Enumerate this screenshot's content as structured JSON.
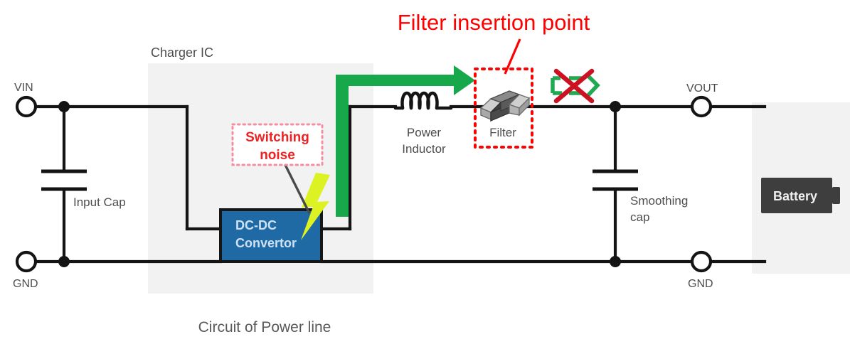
{
  "figure": {
    "caption": "Circuit of Power line",
    "annotation_title": "Filter insertion point"
  },
  "colors": {
    "wire": "#141414",
    "ic_panel": "#f2f2f2",
    "battery_panel": "#f2f2f2",
    "converter_fill": "#1f6aa5",
    "converter_border": "#161616",
    "converter_text": "#cfe2f3",
    "battery_fill": "#3e3e3e",
    "battery_text": "#efefef",
    "annotation_red": "#ff0000",
    "callout_red": "#ee2222",
    "callout_border": "#f58ea0",
    "flow_green": "#17a84c",
    "block_green": "#1faa52",
    "cross_red": "#cc1122",
    "bolt_yellow": "#ddf222",
    "label_gray": "#4d4d4d",
    "chip_body": "#4a4a4a",
    "chip_end": "#c9c9c9"
  },
  "labels": {
    "vin": "VIN",
    "gnd_left": "GND",
    "gnd_right": "GND",
    "vout": "VOUT",
    "charger_ic": "Charger IC",
    "input_cap": "Input Cap",
    "switching_noise_line1": "Switching",
    "switching_noise_line2": "noise",
    "converter_line1": "DC-DC",
    "converter_line2": "Convertor",
    "power_inductor_line1": "Power",
    "power_inductor_line2": "Inductor",
    "filter": "Filter",
    "smoothing_cap_line1": "Smoothing",
    "smoothing_cap_line2": "cap",
    "battery": "Battery"
  },
  "components": [
    {
      "name": "input-capacitor",
      "label": "Input Cap",
      "type": "capacitor"
    },
    {
      "name": "dc-dc-converter",
      "label": "DC-DC Convertor",
      "type": "ic-block"
    },
    {
      "name": "power-inductor",
      "label": "Power Inductor",
      "type": "inductor"
    },
    {
      "name": "filter",
      "label": "Filter",
      "type": "smd-chip"
    },
    {
      "name": "smoothing-capacitor",
      "label": "Smoothing cap",
      "type": "capacitor"
    },
    {
      "name": "battery",
      "label": "Battery",
      "type": "load"
    }
  ],
  "terminals": [
    {
      "name": "vin",
      "label": "VIN"
    },
    {
      "name": "gnd-left",
      "label": "GND"
    },
    {
      "name": "vout",
      "label": "VOUT"
    },
    {
      "name": "gnd-right",
      "label": "GND"
    }
  ],
  "icons": {
    "noise_flow_arrow": "green-flow-arrow",
    "blocked_noise": "green-dashed-arrow-with-red-x",
    "switching_bolt": "lightning-bolt-icon"
  }
}
